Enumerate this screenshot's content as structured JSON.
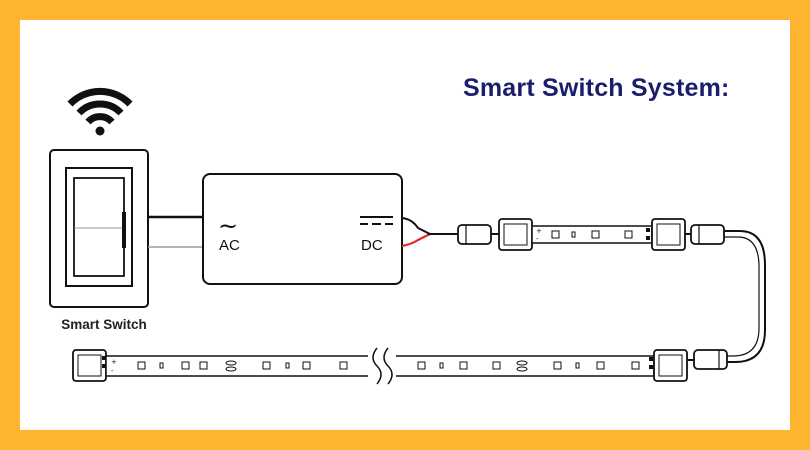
{
  "title": "Smart Switch System:",
  "switch": {
    "label": "Smart Switch"
  },
  "power_supply": {
    "input_label": "AC",
    "input_symbol": "~",
    "output_label": "DC"
  },
  "strip": {
    "polarity_plus": "+",
    "polarity_minus": "-"
  },
  "colors": {
    "border": "#FDB531",
    "title": "#1B1F6B",
    "line": "#1a1a1a",
    "wire_red": "#E8262B"
  }
}
